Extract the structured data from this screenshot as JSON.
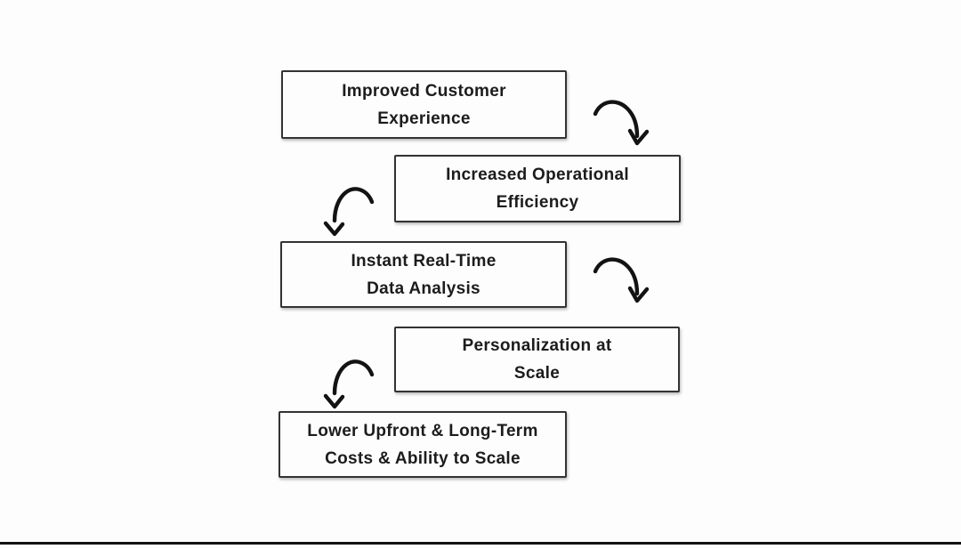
{
  "colors": {
    "page_background": "#fdfdfd",
    "box_fill": "#fdfdfd",
    "box_border": "#333333",
    "text": "#1c1c1c",
    "arrow": "#131313",
    "bottom_rule": "#111111"
  },
  "flowchart": {
    "boxes": [
      {
        "id": "improved-customer-experience",
        "column": "left",
        "lines": [
          "Improved Customer",
          "Experience"
        ]
      },
      {
        "id": "increased-operational-efficiency",
        "column": "right",
        "lines": [
          "Increased Operational",
          "Efficiency"
        ]
      },
      {
        "id": "instant-real-time-data-analysis",
        "column": "left",
        "lines": [
          "Instant Real-Time",
          "Data Analysis"
        ]
      },
      {
        "id": "personalization-at-scale",
        "column": "right",
        "lines": [
          "Personalization at",
          "Scale"
        ]
      },
      {
        "id": "lower-costs-ability-to-scale",
        "column": "left",
        "lines": [
          "Lower Upfront & Long-Term",
          "Costs & Ability to Scale"
        ]
      }
    ],
    "arrows": [
      {
        "from": "improved-customer-experience",
        "to": "increased-operational-efficiency",
        "curve": "right-down"
      },
      {
        "from": "increased-operational-efficiency",
        "to": "instant-real-time-data-analysis",
        "curve": "left-down"
      },
      {
        "from": "instant-real-time-data-analysis",
        "to": "personalization-at-scale",
        "curve": "right-down"
      },
      {
        "from": "personalization-at-scale",
        "to": "lower-costs-ability-to-scale",
        "curve": "left-down"
      }
    ]
  }
}
